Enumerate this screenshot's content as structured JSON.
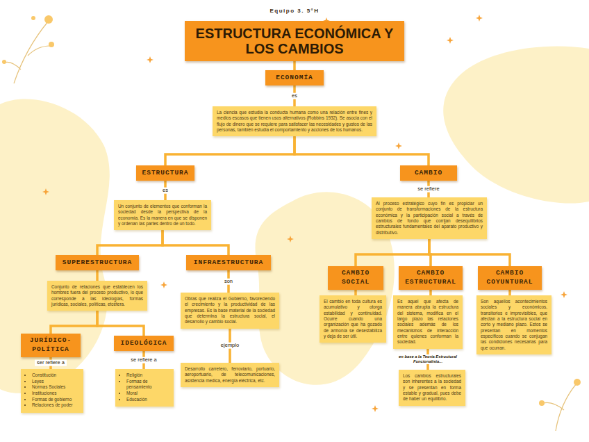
{
  "diagram": {
    "title": "ESTRUCTURA ECONÓMICA Y LOS CAMBIOS",
    "nodes": [
      {
        "text": [
          "ECONOMÍA"
        ]
      },
      {
        "text": [
          "La ciencia que estudia la conducta humana como una relación entre fines y medios escasos que tienen usos alternativos (Robbins 1932). Se asocia con el flujo de dinero que se requiere para satisfacer las necesidades y gustos de las personas, también estudia el comportamiento y acciones de los humanos."
        ]
      },
      {
        "text": [
          "ESTRUCTURA"
        ]
      },
      {
        "text": [
          "CAMBIO"
        ]
      },
      {
        "text": [
          "Un conjunto de elementos que conforman la sociedad desde la perspectiva de la economía. Es la manera en que se disponen y ordenan las partes dentro de un todo."
        ]
      },
      {
        "text": [
          "Al proceso estratégico cuyo fin es propiciar un conjunto de transformaciones de la estructura económica y la participación social a través de cambios de fondo que corrijan desequilibrios estructurales fundamentales del aparato productivo y distributivo."
        ]
      },
      {
        "text": [
          "SUPERESTRUCTURA"
        ]
      },
      {
        "text": [
          "INFRAESTRUCTURA"
        ]
      },
      {
        "text": [
          "Conjunto de relaciones que establecen los hombres fuera del proceso productivo, lo que corresponde a las ideologías, formas jurídicas, sociales, políticas, etcétera."
        ]
      },
      {
        "text": [
          "Obras que realiza el Gobierno, favoreciendo el crecimiento y la productividad de las empresas. Es la base material de la sociedad que determina la estructura social, el desarrollo y cambio social."
        ]
      },
      {
        "text": [
          "Desarrollo carretero, ferroviario, portuario, aeroportuario, de telecomunicaciones, asistencia medica, energía eléctrica, etc."
        ]
      },
      {
        "text": [
          "JURÍDICO-POLÍTICA"
        ]
      },
      {
        "text": [
          "IDEOLÓGICA"
        ]
      },
      {
        "text": [
          "Constitución",
          "Leyes",
          "Normas Sociales",
          "Instituciones",
          "Formas de gobierno",
          "Relaciones de poder"
        ]
      },
      {
        "text": [
          "Religión",
          "Formas de pensamiento",
          "Moral",
          "Educación"
        ]
      },
      {
        "text": [
          "CAMBIO SOCIAL"
        ]
      },
      {
        "text": [
          "CAMBIO ESTRUCTURAL"
        ]
      },
      {
        "text": [
          "CAMBIO COYUNTURAL"
        ]
      },
      {
        "text": [
          "El cambio en toda cultura es acumulativo y otorga estabilidad y continuidad. Ocurre cuando una organización que ha gozado de armonía se desestabiliza y deja de ser útil."
        ]
      },
      {
        "text": [
          "Es aquel que afecta de manera abrupta la estructura del sistema, modifica en el largo plazo las relaciones sociales además de los mecanismos de interacción entre quienes conforman la sociedad."
        ]
      },
      {
        "text": [
          "Son aquellos acontecimientos sociales y económicos, transitorios e imprevisibles, que afectan a la estructura social en corto y mediano plazo. Estos se presentan en momentos específicos cuando se conjugan las condiciones necesarias para que ocurran."
        ]
      },
      {
        "text": [
          "Los cambios estructurales son inherentes a la sociedad y se presentan en forma estable y gradual, pues debe de haber un equilibrio."
        ]
      }
    ],
    "edges": [
      {
        "from": 0,
        "to": 1,
        "label": "es",
        "arrow": "none"
      },
      {
        "from": 1,
        "to": 2,
        "arrow": "none"
      },
      {
        "from": 1,
        "to": 3,
        "arrow": "none"
      },
      {
        "from": 2,
        "to": 4,
        "label": "es",
        "arrow": "none"
      },
      {
        "from": 3,
        "to": 5,
        "label": "se refiere",
        "arrow": "none"
      },
      {
        "from": 4,
        "to": 6,
        "arrow": "none"
      },
      {
        "from": 4,
        "to": 7,
        "arrow": "none"
      },
      {
        "from": 6,
        "to": 8,
        "arrow": "none"
      },
      {
        "from": 7,
        "to": 9,
        "label": "son",
        "arrow": "none"
      },
      {
        "from": 9,
        "to": 10,
        "label": "ejemplo",
        "arrow": "none"
      },
      {
        "from": 8,
        "to": 11,
        "arrow": "none"
      },
      {
        "from": 8,
        "to": 12,
        "arrow": "none"
      },
      {
        "from": 11,
        "to": 13,
        "label": "ser refiere a",
        "arrow": "none"
      },
      {
        "from": 12,
        "to": 14,
        "label": "se refiere a",
        "arrow": "none"
      },
      {
        "from": 5,
        "to": 15,
        "arrow": "none"
      },
      {
        "from": 5,
        "to": 16,
        "arrow": "none"
      },
      {
        "from": 5,
        "to": 17,
        "arrow": "none"
      },
      {
        "from": 15,
        "to": 18,
        "arrow": "none"
      },
      {
        "from": 16,
        "to": 19,
        "arrow": "none"
      },
      {
        "from": 17,
        "to": 20,
        "arrow": "none"
      },
      {
        "from": 19,
        "to": 21,
        "label": "en base a la Teoría Estructural Funcionalista...",
        "arrow": "none"
      }
    ],
    "labels": [
      "Equipo 3. 5°H"
    ]
  }
}
